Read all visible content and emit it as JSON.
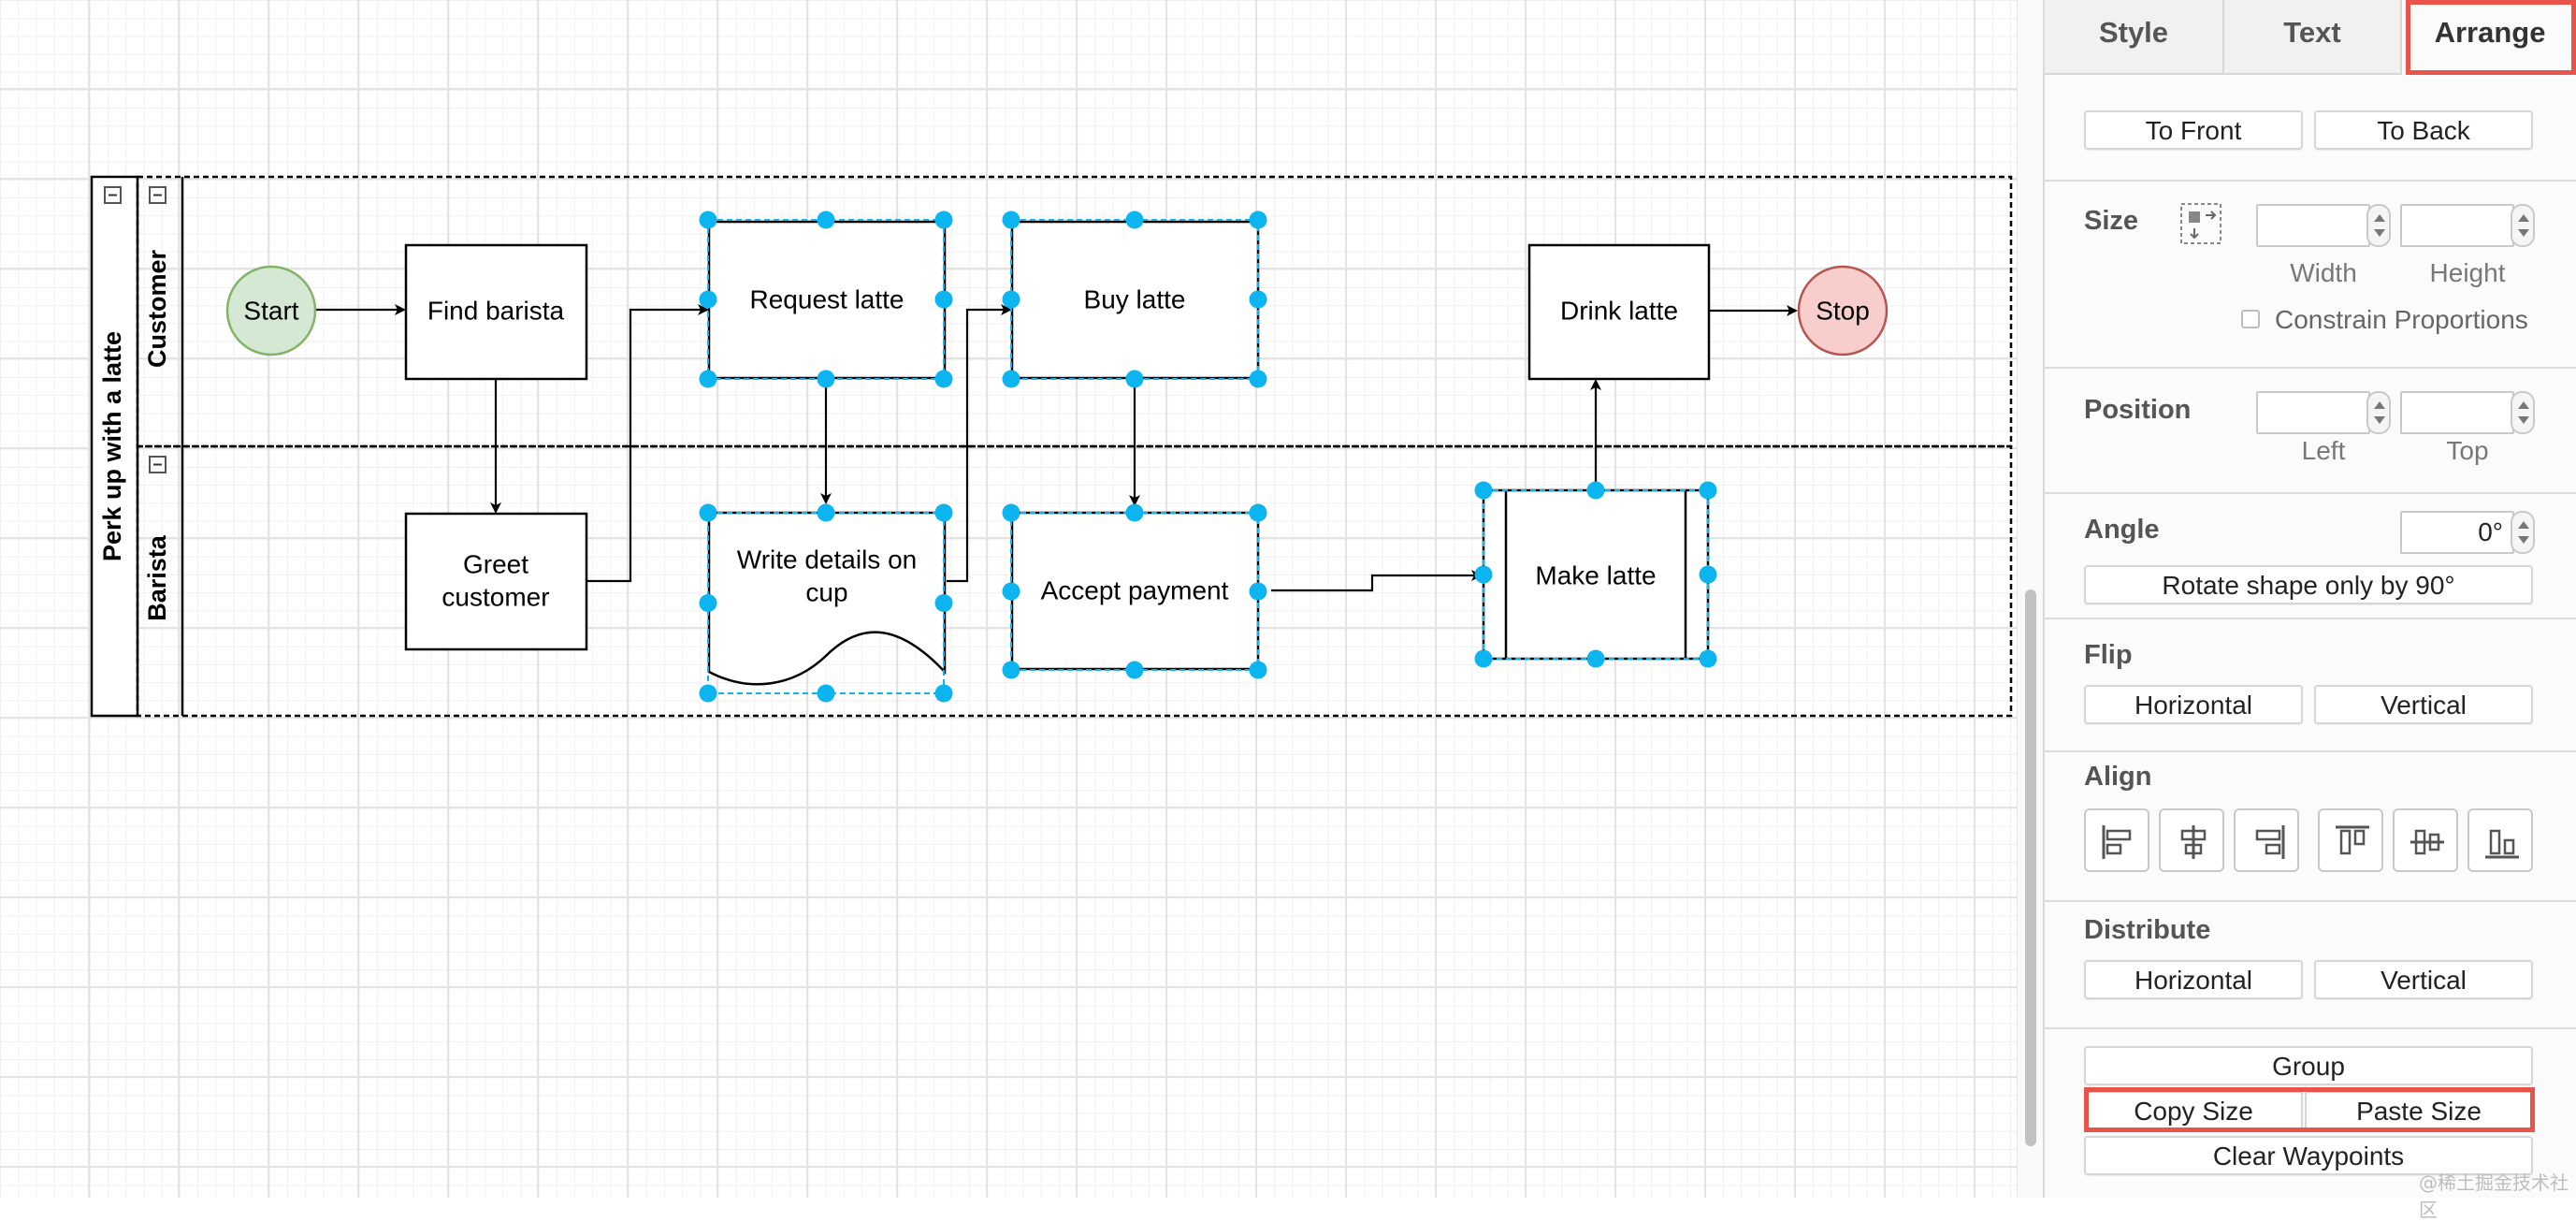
{
  "diagram": {
    "pool_title": "Perk up with a latte",
    "lanes": [
      "Customer",
      "Barista"
    ],
    "collapse_glyph": "−",
    "nodes": {
      "start": "Start",
      "find_barista": "Find barista",
      "request_latte": "Request latte",
      "buy_latte": "Buy latte",
      "drink_latte": "Drink latte",
      "stop": "Stop",
      "greet_customer_1": "Greet",
      "greet_customer_2": "customer",
      "write_details_1": "Write details on",
      "write_details_2": "cup",
      "accept_payment": "Accept payment",
      "make_latte": "Make latte"
    },
    "colors": {
      "selection": "#0cb4f0",
      "start_fill": "#d5e8d4",
      "start_stroke": "#82b366",
      "stop_fill": "#f8cecc",
      "stop_stroke": "#b85450"
    }
  },
  "panel": {
    "tabs": {
      "style": "Style",
      "text": "Text",
      "arrange": "Arrange"
    },
    "order": {
      "to_front": "To Front",
      "to_back": "To Back"
    },
    "size": {
      "title": "Size",
      "width_label": "Width",
      "height_label": "Height",
      "width_value": "",
      "height_value": "",
      "constrain": "Constrain Proportions"
    },
    "position": {
      "title": "Position",
      "left_label": "Left",
      "top_label": "Top",
      "left_value": "",
      "top_value": ""
    },
    "angle": {
      "title": "Angle",
      "value": "0°",
      "rotate": "Rotate shape only by 90°"
    },
    "flip": {
      "title": "Flip",
      "horizontal": "Horizontal",
      "vertical": "Vertical"
    },
    "align": {
      "title": "Align"
    },
    "distribute": {
      "title": "Distribute",
      "horizontal": "Horizontal",
      "vertical": "Vertical"
    },
    "actions": {
      "group": "Group",
      "copy_size": "Copy Size",
      "paste_size": "Paste Size",
      "clear_waypoints": "Clear Waypoints"
    },
    "accent": "#e8534a"
  },
  "watermark": "@稀土掘金技术社区"
}
